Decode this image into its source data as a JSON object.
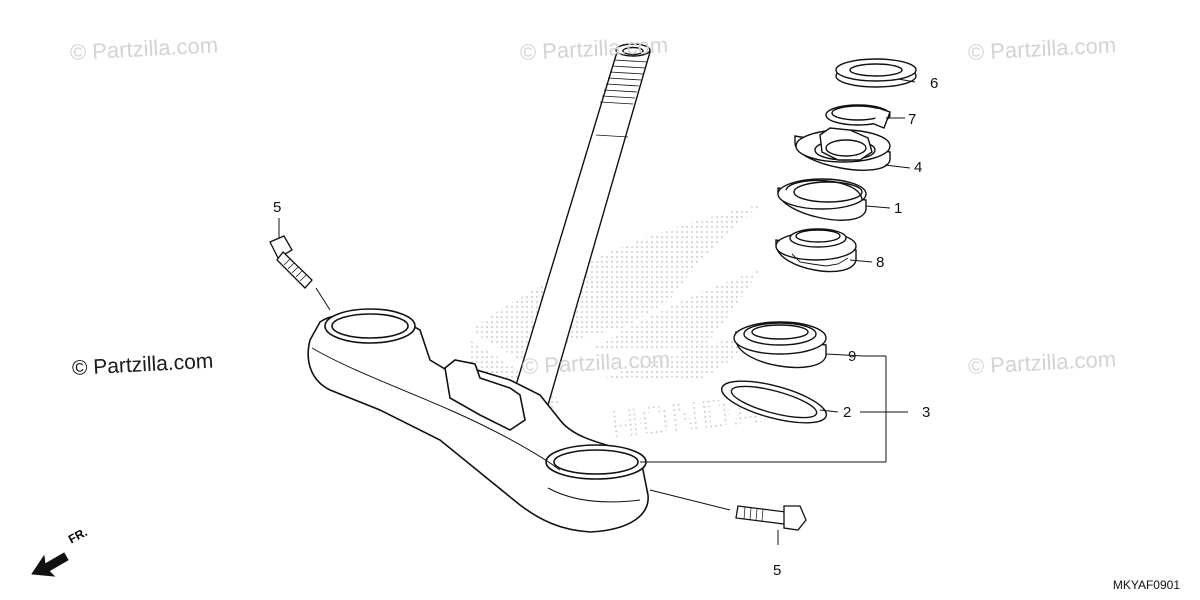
{
  "watermarks": {
    "top_left": "© Partzilla.com",
    "top_center": "© Partzilla.com",
    "top_right": "© Partzilla.com",
    "middle_left": "© Partzilla.com",
    "middle_right": "© Partzilla.com",
    "center": "© Partzilla.com"
  },
  "callouts": {
    "c1": "1",
    "c2": "2",
    "c3": "3",
    "c4": "4",
    "c5_top": "5",
    "c5_bottom": "5",
    "c6": "6",
    "c7": "7",
    "c8": "8",
    "c9": "9"
  },
  "front_indicator": "FR.",
  "diagram_code": "MKYAF0901",
  "colors": {
    "line": "#111111",
    "watermark": "#d3d3d3",
    "logo_dots": "#bdbdbd"
  }
}
